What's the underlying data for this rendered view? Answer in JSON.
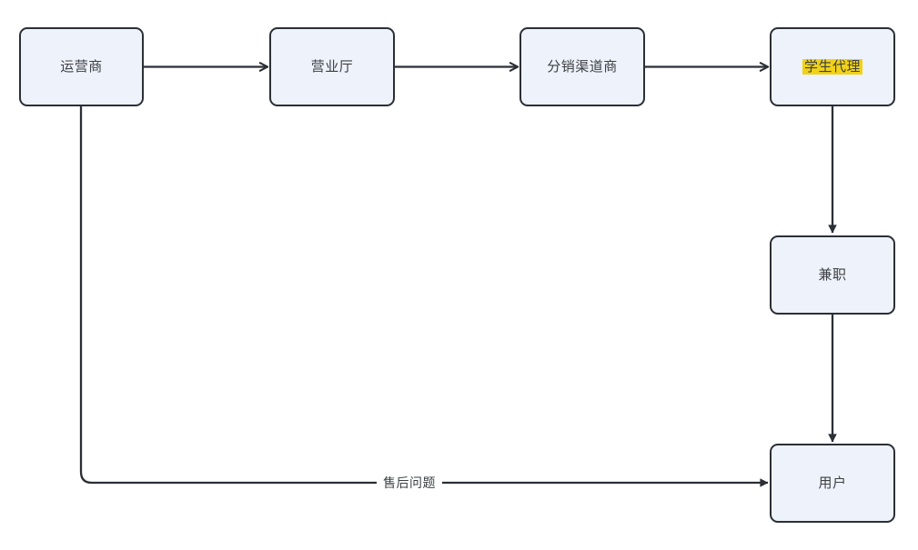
{
  "diagram": {
    "type": "flowchart",
    "title": "",
    "background_color": "#ffffff",
    "node_fill_color": "#eef2fb",
    "node_border_color": "#2b2f36",
    "text_color": "#3c4043",
    "highlight_color": "#f2d216",
    "edge_color": "#2b2f36",
    "nodes": [
      {
        "id": "operator",
        "label": "运营商",
        "highlighted": false
      },
      {
        "id": "business-hall",
        "label": "营业厅",
        "highlighted": false
      },
      {
        "id": "distributor",
        "label": "分销渠道商",
        "highlighted": false
      },
      {
        "id": "student-agent",
        "label": "学生代理",
        "highlighted": true
      },
      {
        "id": "part-time",
        "label": "兼职",
        "highlighted": false
      },
      {
        "id": "user",
        "label": "用户",
        "highlighted": false
      }
    ],
    "edges": [
      {
        "id": "operator-to-hall",
        "from": "运营商",
        "to": "营业厅",
        "label": ""
      },
      {
        "id": "hall-to-distributor",
        "from": "营业厅",
        "to": "分销渠道商",
        "label": ""
      },
      {
        "id": "distributor-to-agent",
        "from": "分销渠道商",
        "to": "学生代理",
        "label": ""
      },
      {
        "id": "agent-to-parttime",
        "from": "学生代理",
        "to": "兼职",
        "label": ""
      },
      {
        "id": "parttime-to-user",
        "from": "兼职",
        "to": "用户",
        "label": ""
      },
      {
        "id": "operator-to-user",
        "from": "运营商",
        "to": "用户",
        "label": "售后问题"
      }
    ]
  }
}
